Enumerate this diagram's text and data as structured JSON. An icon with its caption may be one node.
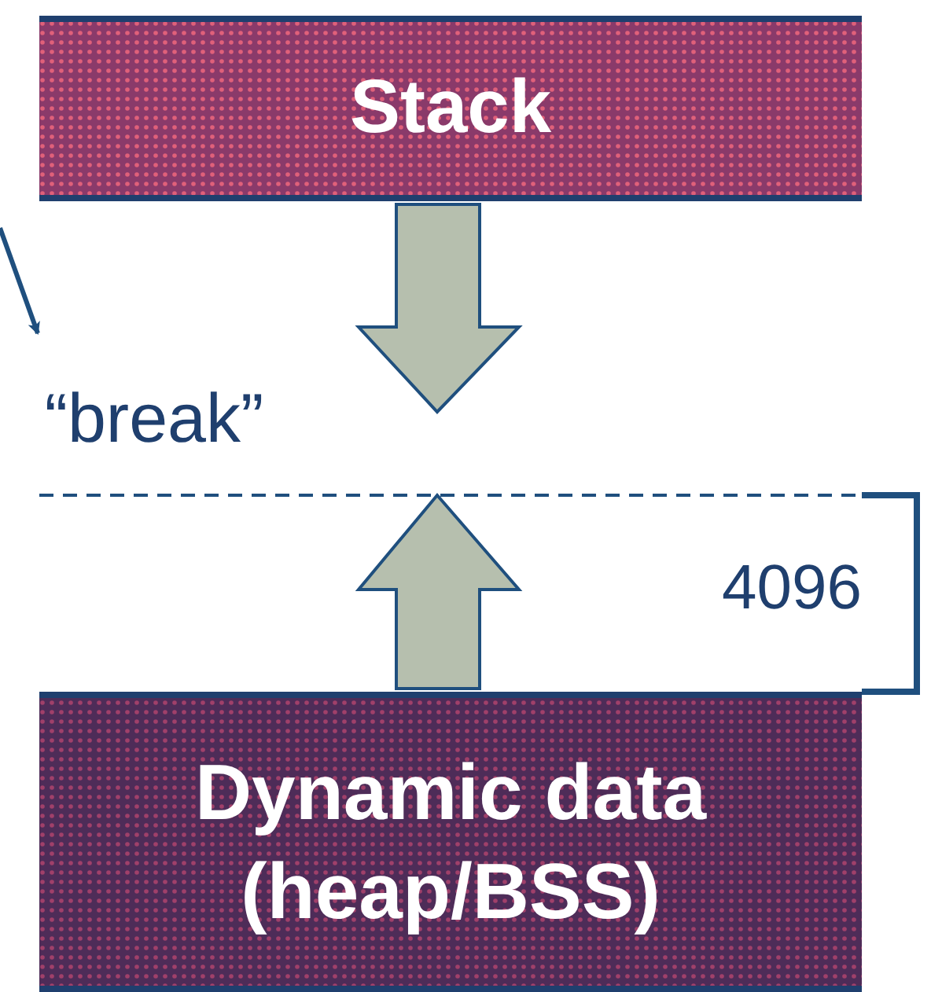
{
  "diagram": {
    "nodes": [
      {
        "text": [
          "Stack"
        ]
      },
      {
        "text": [
          "“break”"
        ]
      },
      {
        "text": [
          "Dynamic data (heap/BSS)"
        ]
      }
    ],
    "edges": [
      {
        "from": null,
        "to": 1,
        "arrow": "to"
      }
    ],
    "labels": [
      "4096"
    ]
  }
}
